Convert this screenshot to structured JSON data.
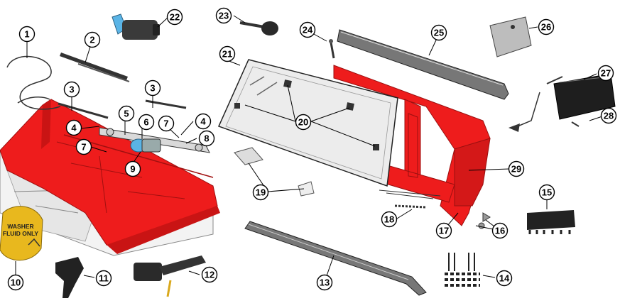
{
  "diagram": {
    "callouts": [
      {
        "id": "c1",
        "label": "1"
      },
      {
        "id": "c2",
        "label": "2"
      },
      {
        "id": "c3a",
        "label": "3"
      },
      {
        "id": "c3b",
        "label": "3"
      },
      {
        "id": "c4a",
        "label": "4"
      },
      {
        "id": "c4b",
        "label": "4"
      },
      {
        "id": "c5",
        "label": "5"
      },
      {
        "id": "c6",
        "label": "6"
      },
      {
        "id": "c7a",
        "label": "7"
      },
      {
        "id": "c7b",
        "label": "7"
      },
      {
        "id": "c8",
        "label": "8"
      },
      {
        "id": "c9",
        "label": "9"
      },
      {
        "id": "c10",
        "label": "10"
      },
      {
        "id": "c11",
        "label": "11"
      },
      {
        "id": "c12",
        "label": "12"
      },
      {
        "id": "c13",
        "label": "13"
      },
      {
        "id": "c14",
        "label": "14"
      },
      {
        "id": "c15",
        "label": "15"
      },
      {
        "id": "c16",
        "label": "16"
      },
      {
        "id": "c17",
        "label": "17"
      },
      {
        "id": "c18",
        "label": "18"
      },
      {
        "id": "c19",
        "label": "19"
      },
      {
        "id": "c20",
        "label": "20"
      },
      {
        "id": "c21",
        "label": "21"
      },
      {
        "id": "c22",
        "label": "22"
      },
      {
        "id": "c23",
        "label": "23"
      },
      {
        "id": "c24",
        "label": "24"
      },
      {
        "id": "c25",
        "label": "25"
      },
      {
        "id": "c26",
        "label": "26"
      },
      {
        "id": "c27",
        "label": "27"
      },
      {
        "id": "c28",
        "label": "28"
      },
      {
        "id": "c29",
        "label": "29"
      }
    ],
    "washer_cap": {
      "line1": "WASHER",
      "line2": "FLUID ONLY"
    },
    "colors": {
      "frame_red": "#ee1c1c",
      "cap_yellow": "#e8b81e",
      "pump_blue": "#5ab4e6",
      "glass": "#ececec"
    }
  }
}
